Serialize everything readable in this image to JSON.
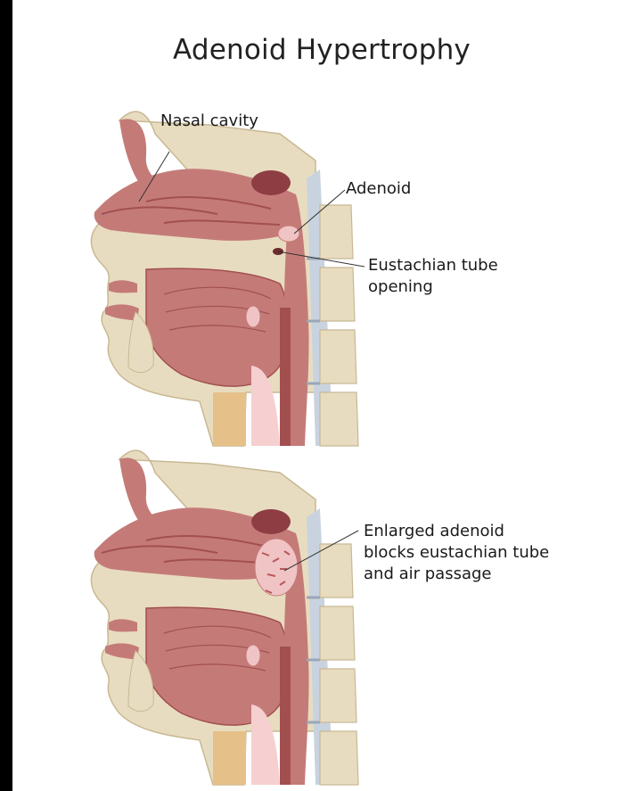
{
  "title": "Adenoid Hypertrophy",
  "top_labels": {
    "nasal_cavity": "Nasal cavity",
    "adenoid": "Adenoid",
    "eustachian_tube": "Eustachian tube\nopening"
  },
  "bottom_labels": {
    "enlarged_adenoid": "Enlarged adenoid\nblocks eustachian tube\nand air passage"
  },
  "colors": {
    "bone": "#e8dcc0",
    "flesh": "#c47b78",
    "flesh_dark": "#a24f50",
    "skin_cut": "#eee1c5",
    "spine": "#c9d3df",
    "adenoid": "#f0c4c4"
  }
}
